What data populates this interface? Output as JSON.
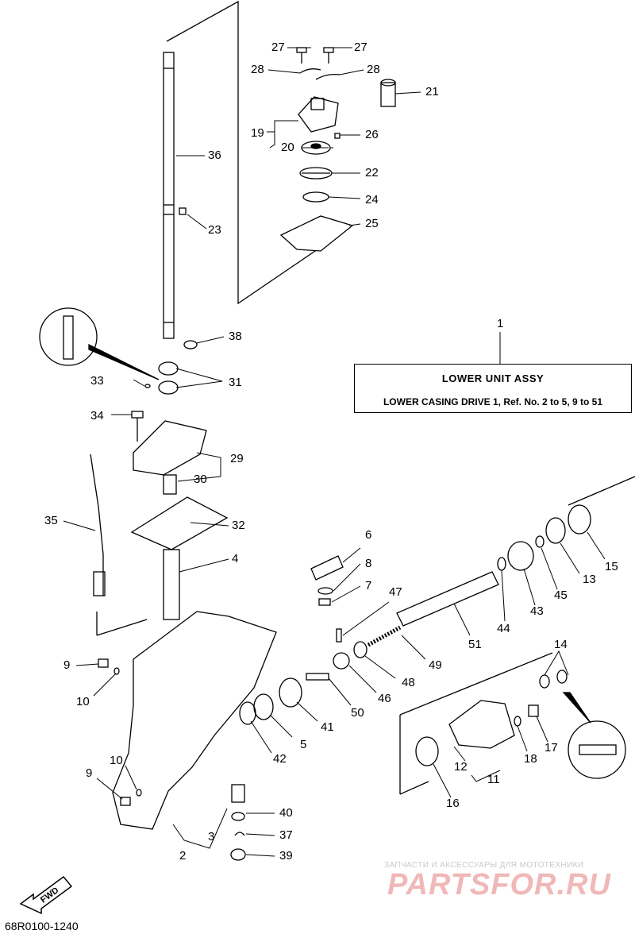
{
  "title_box": {
    "ref": "1",
    "title": "LOWER  UNIT ASSY",
    "subtitle": "LOWER CASING DRIVE 1, Ref. No. 2 to 5, 9 to 51"
  },
  "part_labels": [
    "2",
    "3",
    "4",
    "5",
    "6",
    "7",
    "8",
    "9",
    "9",
    "10",
    "10",
    "11",
    "12",
    "13",
    "14",
    "15",
    "16",
    "17",
    "18",
    "19",
    "20",
    "21",
    "22",
    "23",
    "24",
    "25",
    "26",
    "27",
    "27",
    "28",
    "28",
    "29",
    "30",
    "31",
    "32",
    "33",
    "34",
    "35",
    "36",
    "37",
    "38",
    "39",
    "40",
    "41",
    "42",
    "43",
    "44",
    "45",
    "46",
    "47",
    "48",
    "49",
    "50",
    "51"
  ],
  "fwd_label": "FWD",
  "diagram_code": "68R0100-1240",
  "watermark": {
    "line1": "ЗАПЧАСТИ И АКСЕССУАРЫ ДЛЯ МОТОТЕХНИКИ",
    "line2": "PARTSFOR.RU"
  }
}
